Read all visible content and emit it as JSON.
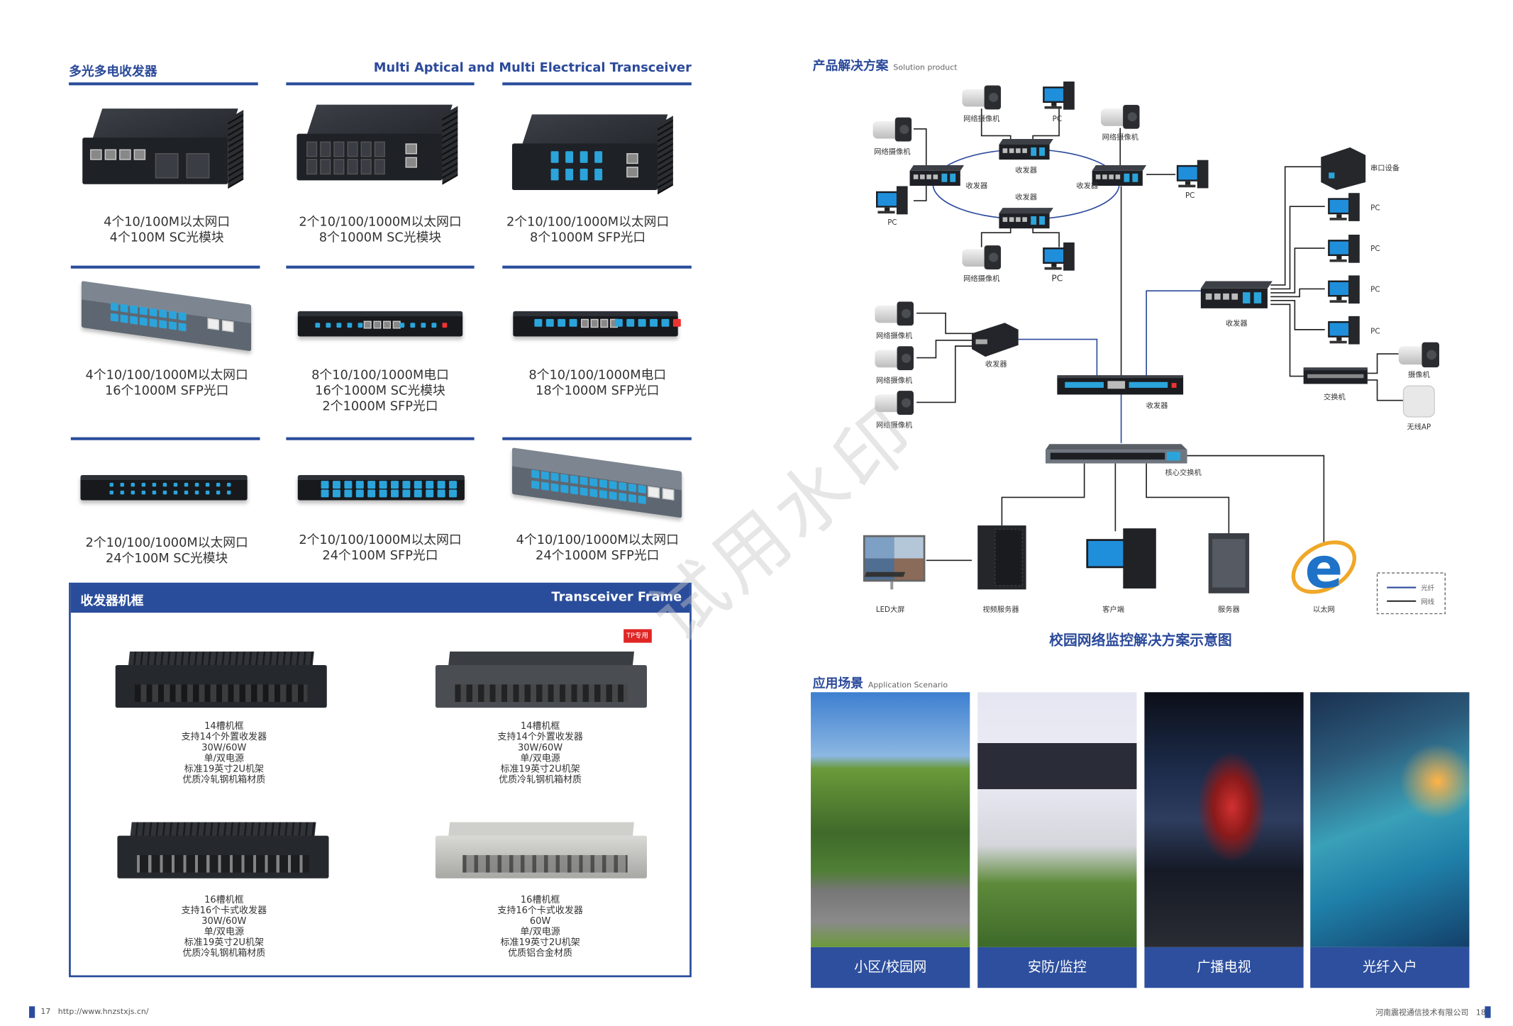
{
  "left": {
    "title_cn": "多光多电收发器",
    "title_en": "Multi Aptical and Multi Electrical Transceiver",
    "products": [
      {
        "lines": [
          "4个10/100M以太网口",
          "4个100M SC光模块"
        ]
      },
      {
        "lines": [
          "2个10/100/1000M以太网口",
          "8个1000M SC光模块"
        ]
      },
      {
        "lines": [
          "2个10/100/1000M以太网口",
          "8个1000M SFP光口"
        ]
      },
      {
        "lines": [
          "4个10/100/1000M以太网口",
          "16个1000M SFP光口"
        ]
      },
      {
        "lines": [
          "8个10/100/1000M电口",
          "16个1000M  SC光模块",
          "2个1000M SFP光口"
        ]
      },
      {
        "lines": [
          "8个10/100/1000M电口",
          "18个1000M SFP光口"
        ]
      },
      {
        "lines": [
          "2个10/100/1000M以太网口",
          "24个100M SC光模块"
        ]
      },
      {
        "lines": [
          "2个10/100/1000M以太网口",
          "24个100M SFP光口"
        ]
      },
      {
        "lines": [
          "4个10/100/1000M以太网口",
          "24个1000M SFP光口"
        ]
      }
    ]
  },
  "frame": {
    "title_cn": "收发器机框",
    "title_en": "Transceiver Frame",
    "badge": "TP专用",
    "items": [
      {
        "lines": [
          "14槽机框",
          "支持14个外置收发器",
          "30W/60W",
          "单/双电源",
          "标准19英寸2U机架",
          "优质冷轧钢机箱材质"
        ]
      },
      {
        "lines": [
          "14槽机框",
          "支持14个外置收发器",
          "30W/60W",
          "单/双电源",
          "标准19英寸2U机架",
          "优质冷轧钢机箱材质"
        ]
      },
      {
        "lines": [
          "16槽机框",
          "支持16个卡式收发器",
          "30W/60W",
          "单/双电源",
          "标准19英寸2U机架",
          "优质冷轧钢机箱材质"
        ]
      },
      {
        "lines": [
          "16槽机框",
          "支持16个卡式收发器",
          "60W",
          "单/双电源",
          "标准19英寸2U机架",
          "优质铝合金材质"
        ]
      }
    ]
  },
  "solution": {
    "title_cn": "产品解决方案",
    "title_en": "Solution product",
    "labels": {
      "ipcam": "网络摄像机",
      "pc": "PC",
      "transceiver": "收发器",
      "serial": "串口设备",
      "switch": "交换机",
      "camera": "摄像机",
      "ap": "无线AP",
      "core": "核心交换机",
      "led": "LED大屏",
      "video_server": "视频服务器",
      "client": "客户端",
      "server": "服务器",
      "ethernet": "以太网",
      "legend_fiber": "光纤",
      "legend_cable": "网线"
    },
    "caption": "校园网络监控解决方案示意图",
    "colors": {
      "fiber": "#2c4a9c",
      "cable": "#222222"
    }
  },
  "scenario": {
    "title_cn": "应用场景",
    "title_en": "Application Scenario",
    "items": [
      "小区/校园网",
      "安防/监控",
      "广播电视",
      "光纤入户"
    ]
  },
  "watermark": "试用水印",
  "footer": {
    "left_page": "17",
    "url": "http://www.hnzstxjs.cn/",
    "company": "河南震视通信技术有限公司",
    "right_page": "18"
  },
  "colors": {
    "brand": "#2a4d9b"
  }
}
